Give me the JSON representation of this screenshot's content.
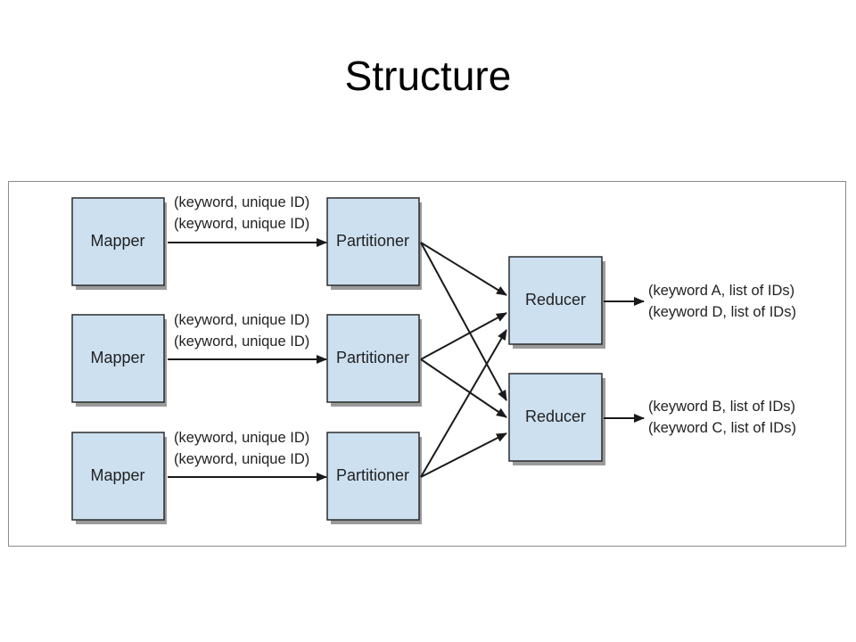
{
  "slide": {
    "title": "Structure"
  },
  "diagram": {
    "box_fill": "#cce0f0",
    "box_shadow": "#9a9a9a",
    "mappers": [
      {
        "label": "Mapper",
        "emits": [
          "(keyword, unique ID)",
          "(keyword, unique ID)"
        ]
      },
      {
        "label": "Mapper",
        "emits": [
          "(keyword, unique ID)",
          "(keyword, unique ID)"
        ]
      },
      {
        "label": "Mapper",
        "emits": [
          "(keyword, unique ID)",
          "(keyword, unique ID)"
        ]
      }
    ],
    "partitioners": [
      {
        "label": "Partitioner"
      },
      {
        "label": "Partitioner"
      },
      {
        "label": "Partitioner"
      }
    ],
    "reducers": [
      {
        "label": "Reducer",
        "outputs": [
          "(keyword A, list of IDs)",
          "(keyword D, list of IDs)"
        ]
      },
      {
        "label": "Reducer",
        "outputs": [
          "(keyword B, list of IDs)",
          "(keyword C, list of IDs)"
        ]
      }
    ]
  }
}
